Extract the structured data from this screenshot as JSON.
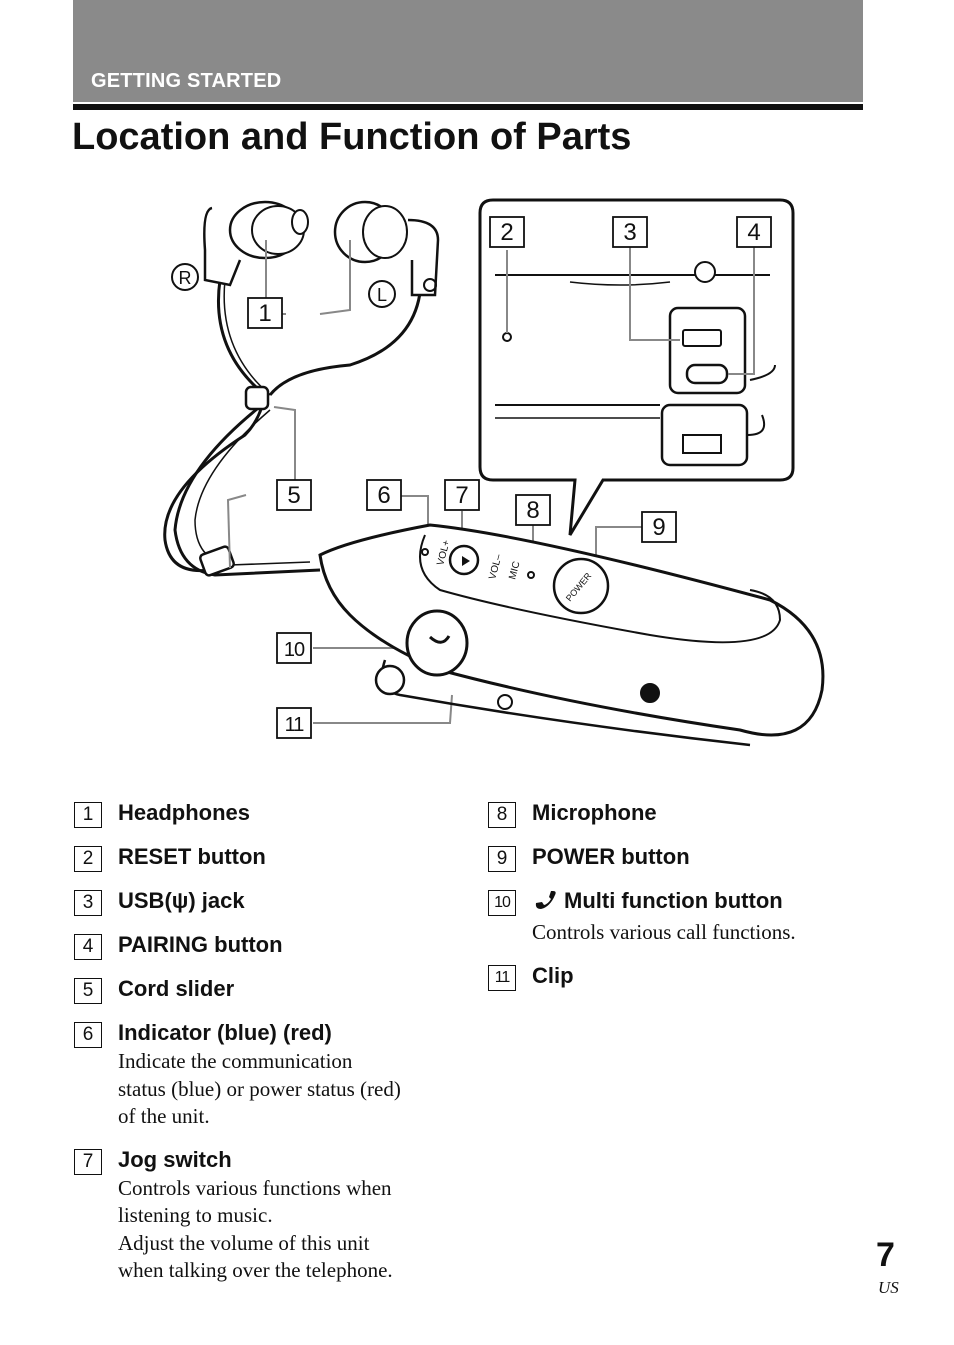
{
  "header": {
    "section": "GETTING STARTED",
    "title": "Location and Function of Parts"
  },
  "diagram": {
    "callouts": [
      "1",
      "2",
      "3",
      "4",
      "5",
      "6",
      "7",
      "8",
      "9",
      "10",
      "11"
    ],
    "ear_right": "R",
    "ear_left": "L",
    "labels": {
      "vol_plus": "VOL+",
      "vol_minus": "VOL–",
      "mic": "MIC",
      "power": "POWER"
    }
  },
  "parts_left": [
    {
      "num": "1",
      "name": "Headphones",
      "desc": []
    },
    {
      "num": "2",
      "name": "RESET button",
      "desc": []
    },
    {
      "num": "3",
      "name": "USB(ψ) jack",
      "desc": []
    },
    {
      "num": "4",
      "name": "PAIRING button",
      "desc": []
    },
    {
      "num": "5",
      "name": "Cord slider",
      "desc": []
    },
    {
      "num": "6",
      "name": "Indicator (blue) (red)",
      "desc": [
        "Indicate the communication",
        "status (blue) or power status (red)",
        "of the unit."
      ]
    },
    {
      "num": "7",
      "name": "Jog switch",
      "desc": [
        "Controls various functions when",
        "listening to music.",
        "Adjust the volume of this unit",
        "when talking over the telephone."
      ]
    }
  ],
  "parts_right": [
    {
      "num": "8",
      "name": "Microphone",
      "desc": []
    },
    {
      "num": "9",
      "name": "POWER button",
      "desc": []
    },
    {
      "num": "10",
      "name": "Multi function button",
      "desc": [
        "Controls various call functions."
      ],
      "icon": "phone-icon"
    },
    {
      "num": "11",
      "name": "Clip",
      "desc": []
    }
  ],
  "footer": {
    "page_number": "7",
    "page_suffix": "US"
  }
}
